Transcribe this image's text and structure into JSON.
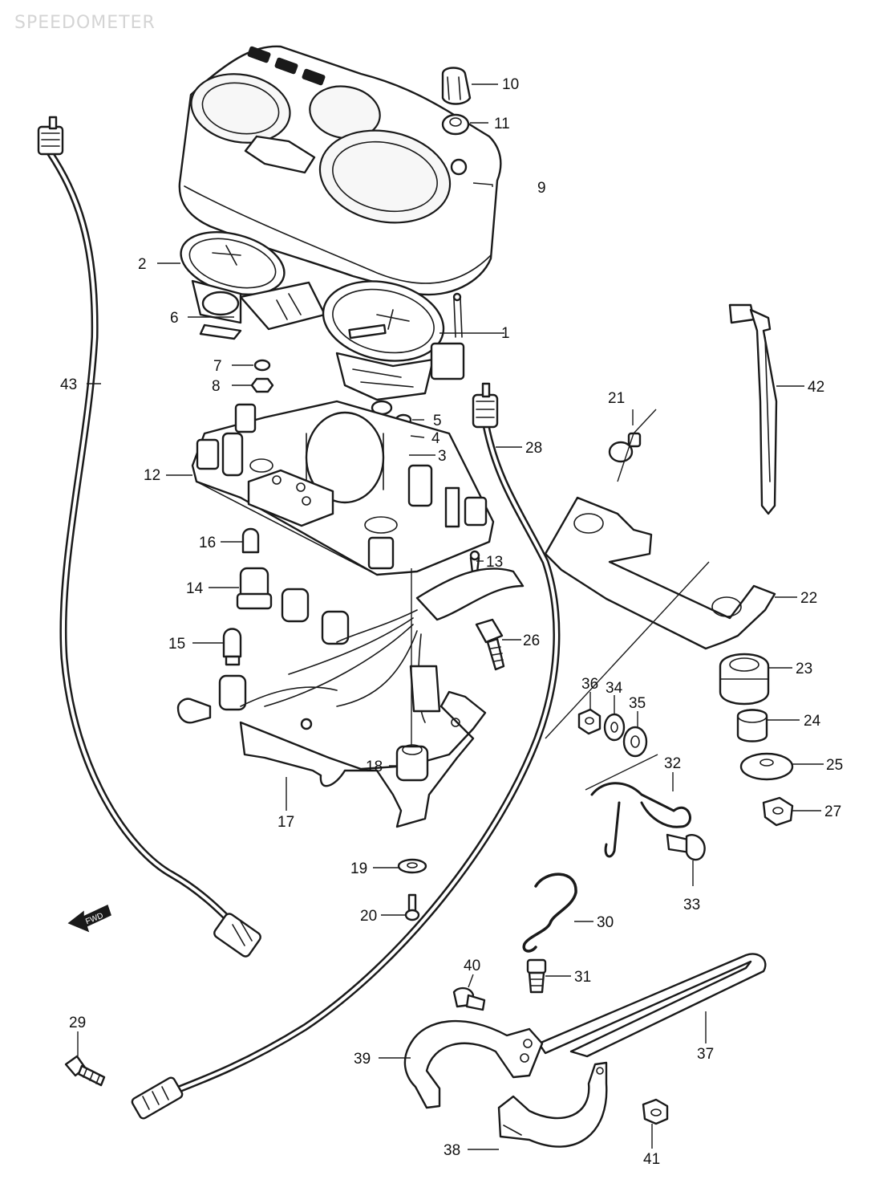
{
  "title": "SPEEDOMETER",
  "fwd_label": "FWD",
  "labels": [
    "1",
    "2",
    "3",
    "4",
    "5",
    "6",
    "7",
    "8",
    "9",
    "10",
    "11",
    "12",
    "13",
    "14",
    "15",
    "16",
    "17",
    "18",
    "19",
    "20",
    "21",
    "22",
    "23",
    "24",
    "25",
    "26",
    "27",
    "28",
    "29",
    "30",
    "31",
    "32",
    "33",
    "34",
    "35",
    "36",
    "37",
    "38",
    "39",
    "40",
    "41",
    "42",
    "43"
  ]
}
